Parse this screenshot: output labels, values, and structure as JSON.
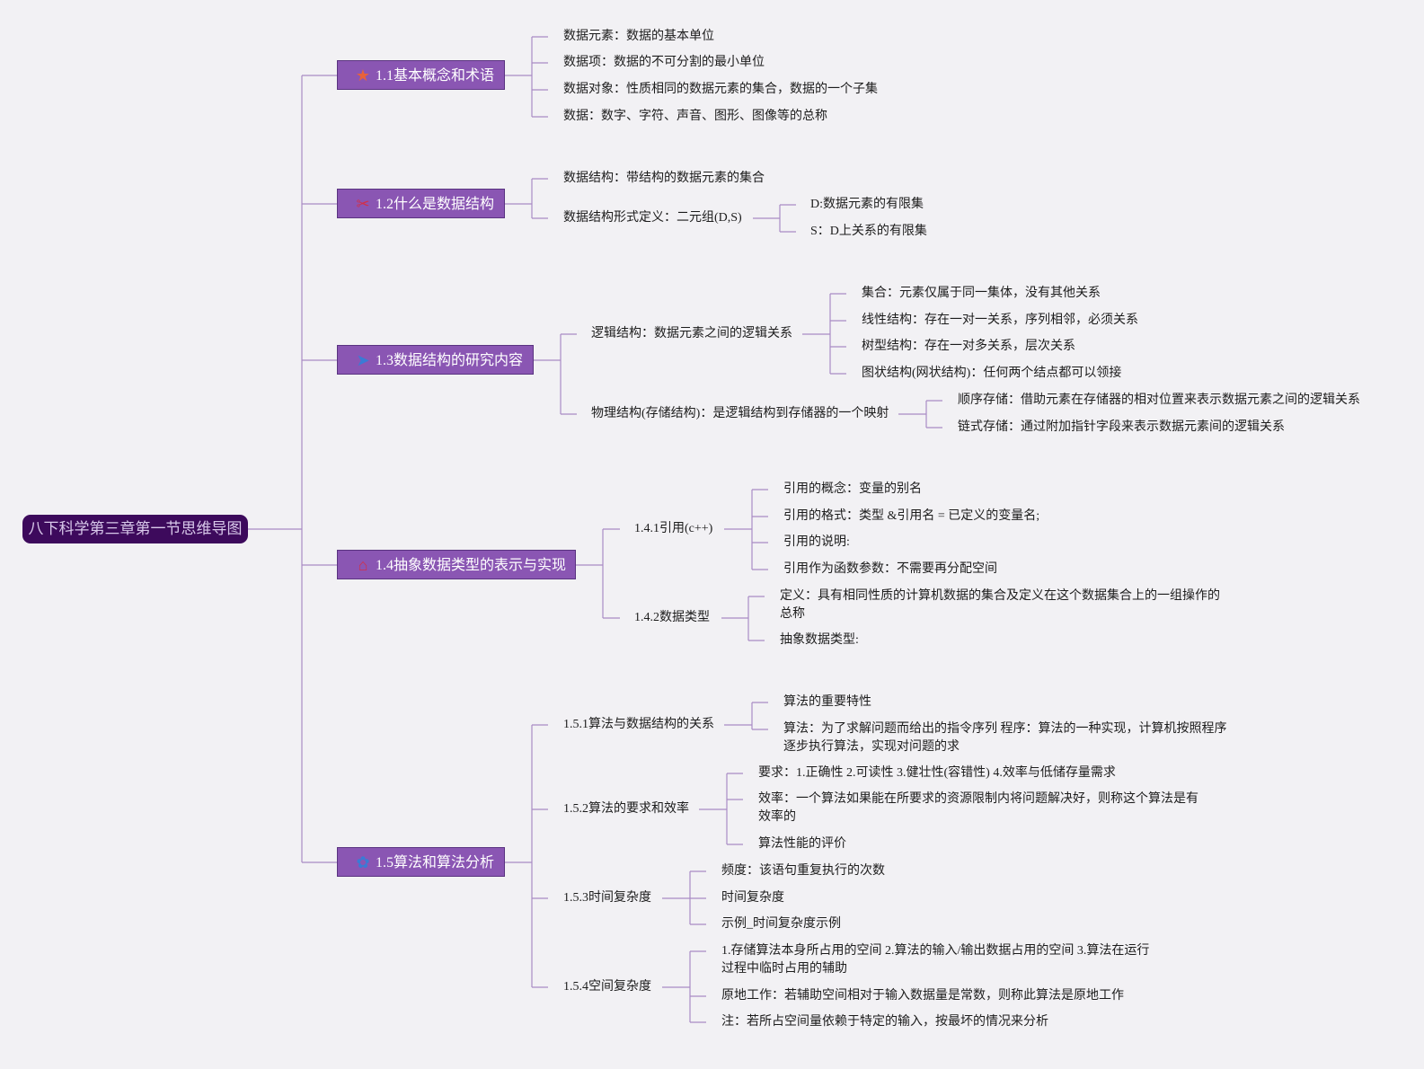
{
  "root": "八下科学第三章第一节思维导图",
  "colors": {
    "root": "#3d0a5c",
    "topic": "#8a56b3",
    "line": "#a98bc4"
  },
  "topics": [
    {
      "label": "1.1基本概念和术语",
      "icon": "star-icon",
      "items": [
        "数据元素：数据的基本单位",
        "数据项：数据的不可分割的最小单位",
        "数据对象：性质相同的数据元素的集合，数据的一个子集",
        "数据：数字、字符、声音、图形、图像等的总称"
      ]
    },
    {
      "label": "1.2什么是数据结构",
      "icon": "tools-icon",
      "items": [
        "数据结构：带结构的数据元素的集合"
      ],
      "branch": {
        "label": "数据结构形式定义：二元组(D,S)",
        "items": [
          "D:数据元素的有限集",
          "S：D上关系的有限集"
        ]
      }
    },
    {
      "label": "1.3数据结构的研究内容",
      "icon": "send-icon",
      "branches": [
        {
          "label": "逻辑结构：数据元素之间的逻辑关系",
          "items": [
            "集合：元素仅属于同一集体，没有其他关系",
            "线性结构：存在一对一关系，序列相邻，必须关系",
            "树型结构：存在一对多关系，层次关系",
            "图状结构(网状结构)：任何两个结点都可以领接"
          ]
        },
        {
          "label": "物理结构(存储结构)：是逻辑结构到存储器的一个映射",
          "items": [
            "顺序存储：借助元素在存储器的相对位置来表示数据元素之间的逻辑关系",
            "链式存储：通过附加指针字段来表示数据元素间的逻辑关系"
          ]
        }
      ]
    },
    {
      "label": "1.4抽象数据类型的表示与实现",
      "icon": "home-icon",
      "branches": [
        {
          "label": "1.4.1引用(c++)",
          "items": [
            "引用的概念：变量的别名",
            "引用的格式：类型 &引用名 = 已定义的变量名;",
            "引用的说明:",
            "引用作为函数参数：不需要再分配空间"
          ]
        },
        {
          "label": "1.4.2数据类型",
          "items": [
            "定义：具有相同性质的计算机数据的集合及定义在这个数据集合上的一组操作的总称",
            "抽象数据类型:"
          ]
        }
      ]
    },
    {
      "label": "1.5算法和算法分析",
      "icon": "flower-icon",
      "branches": [
        {
          "label": "1.5.1算法与数据结构的关系",
          "items": [
            "算法的重要特性",
            "算法：为了求解问题而给出的指令序列 程序：算法的一种实现，计算机按照程序逐步执行算法，实现对问题的求"
          ]
        },
        {
          "label": "1.5.2算法的要求和效率",
          "items": [
            "要求：1.正确性 2.可读性 3.健壮性(容错性) 4.效率与低储存量需求",
            "效率：一个算法如果能在所要求的资源限制内将问题解决好，则称这个算法是有效率的",
            "算法性能的评价"
          ]
        },
        {
          "label": "1.5.3时间复杂度",
          "items": [
            "频度：该语句重复执行的次数",
            "时间复杂度",
            "示例_时间复杂度示例"
          ]
        },
        {
          "label": "1.5.4空间复杂度",
          "items": [
            "1.存储算法本身所占用的空间 2.算法的输入/输出数据占用的空间 3.算法在运行过程中临时占用的辅助",
            "原地工作：若辅助空间相对于输入数据量是常数，则称此算法是原地工作",
            "注：若所占空间量依赖于特定的输入，按最坏的情况来分析"
          ]
        }
      ]
    }
  ]
}
